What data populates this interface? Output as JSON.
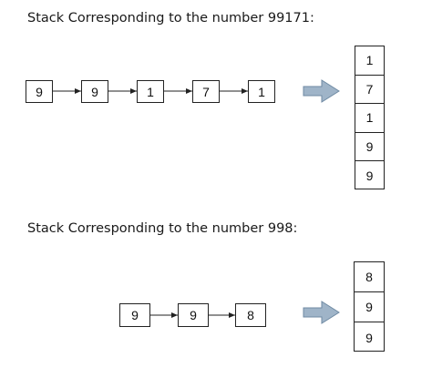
{
  "diagrams": [
    {
      "title": "Stack Corresponding to the number 99171:",
      "list_nodes": [
        "9",
        "9",
        "1",
        "7",
        "1"
      ],
      "stack_cells": [
        "1",
        "7",
        "1",
        "9",
        "9"
      ]
    },
    {
      "title": "Stack Corresponding to the number 998:",
      "list_nodes": [
        "9",
        "9",
        "8"
      ],
      "stack_cells": [
        "8",
        "9",
        "9"
      ]
    }
  ],
  "colors": {
    "big_arrow_fill": "#9fb4c8",
    "big_arrow_stroke": "#6f8aa3",
    "line": "#222222"
  },
  "icons": {
    "big_arrow": "right-block-arrow-icon",
    "link_arrow": "arrow-right-icon"
  }
}
